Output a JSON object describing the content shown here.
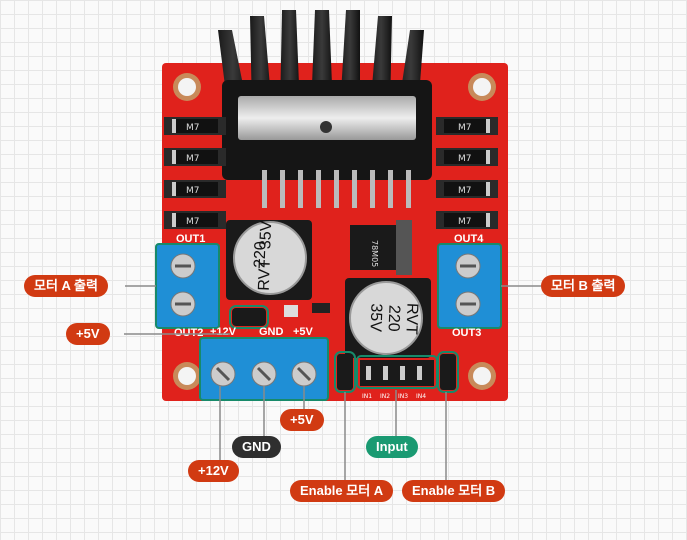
{
  "colors": {
    "board": "#e0221c",
    "board_dark": "#b3140f",
    "label_red": "#d13a12",
    "label_dark": "#2f2f2f",
    "label_green": "#1a9a72",
    "terminal_blue": "#1f8fd6",
    "leader": "#8a8a8a"
  },
  "board_text": {
    "out1": "OUT1",
    "out2": "OUT2",
    "out3": "OUT3",
    "out4": "OUT4",
    "p12v": "+12V",
    "gnd": "GND",
    "p5v": "+5V",
    "cap1": [
      "220",
      "35V",
      "RVT"
    ],
    "cap2": [
      "220",
      "35V",
      "RVT"
    ],
    "regulator": "78M05",
    "diode": "M7",
    "in1": "IN1",
    "in2": "IN2",
    "in3": "IN3",
    "in4": "IN4"
  },
  "labels": {
    "motor_a_out": "모터 A 출력",
    "motor_b_out": "모터 B 출력",
    "plus5v_top": "+5V",
    "plus5v_bottom": "+5V",
    "gnd": "GND",
    "plus12v": "+12V",
    "input": "Input",
    "enable_a": "Enable 모터 A",
    "enable_b": "Enable 모터 B"
  }
}
